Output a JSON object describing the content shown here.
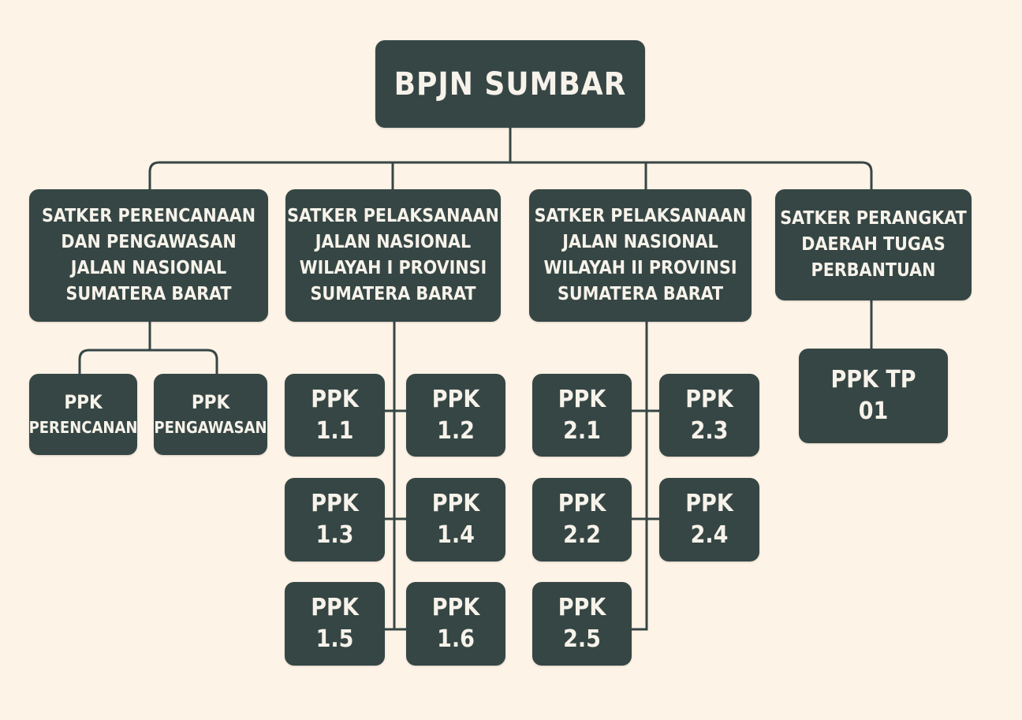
{
  "root": {
    "label": "BPJN SUMBAR"
  },
  "satkers": [
    {
      "label": "SATKER PERENCANAAN\nDAN PENGAWASAN\nJALAN NASIONAL\nSUMATERA BARAT"
    },
    {
      "label": "SATKER PELAKSANAAN\nJALAN NASIONAL\nWILAYAH I PROVINSI\nSUMATERA BARAT"
    },
    {
      "label": "SATKER PELAKSANAAN\nJALAN NASIONAL\nWILAYAH II PROVINSI\nSUMATERA BARAT"
    },
    {
      "label": "SATKER PERANGKAT\nDAERAH TUGAS\nPERBANTUAN"
    }
  ],
  "ppk_satker1": [
    {
      "title": "PPK",
      "sub": "PERENCANAN"
    },
    {
      "title": "PPK",
      "sub": "PENGAWASAN"
    }
  ],
  "ppk_satker2": [
    "PPK\n1.1",
    "PPK\n1.2",
    "PPK\n1.3",
    "PPK\n1.4",
    "PPK\n1.5",
    "PPK\n1.6"
  ],
  "ppk_satker3": [
    "PPK\n2.1",
    "PPK\n2.3",
    "PPK\n2.2",
    "PPK\n2.4",
    "PPK\n2.5"
  ],
  "ppk_satker4": [
    "PPK TP\n01"
  ]
}
